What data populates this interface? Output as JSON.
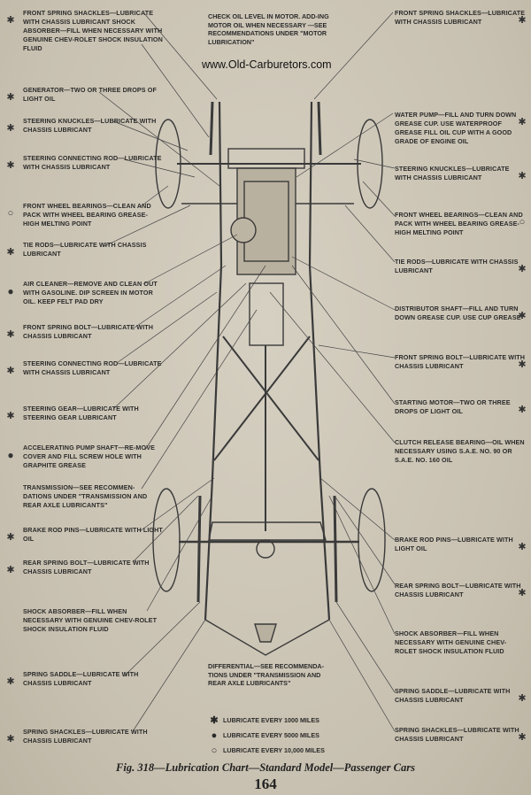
{
  "site_watermark": "www.Old-Carburetors.com",
  "top_note": "CHECK OIL LEVEL IN MOTOR. ADD-ING MOTOR OIL WHEN NECESSARY —SEE RECOMMENDATIONS UNDER \"MOTOR LUBRICATION\"",
  "differential_note": "DIFFERENTIAL—SEE RECOMMENDA-TIONS UNDER \"TRANSMISSION AND REAR AXLE LUBRICANTS\"",
  "left_labels": [
    {
      "text": "FRONT SPRING SHACKLES—LUBRICATE WITH CHASSIS LUBRICANT SHOCK ABSORBER—FILL WHEN NECESSARY WITH GENUINE CHEV-ROLET SHOCK INSULATION FLUID",
      "symbol": "1000"
    },
    {
      "text": "GENERATOR—TWO OR THREE DROPS OF LIGHT OIL",
      "symbol": "1000"
    },
    {
      "text": "STEERING KNUCKLES—LUBRICATE WITH CHASSIS LUBRICANT",
      "symbol": "1000"
    },
    {
      "text": "STEERING CONNECTING ROD—LUBRICATE WITH CHASSIS LUBRICANT",
      "symbol": "1000"
    },
    {
      "text": "FRONT WHEEL BEARINGS—CLEAN AND PACK WITH WHEEL BEARING GREASE-HIGH MELTING POINT",
      "symbol": "10000"
    },
    {
      "text": "TIE RODS—LUBRICATE WITH CHASSIS LUBRICANT",
      "symbol": "1000"
    },
    {
      "text": "AIR CLEANER—REMOVE AND CLEAN OUT WITH GASOLINE. DIP SCREEN IN MOTOR OIL. KEEP FELT PAD DRY",
      "symbol": "5000"
    },
    {
      "text": "FRONT SPRING BOLT—LUBRICATE WITH CHASSIS LUBRICANT",
      "symbol": "1000"
    },
    {
      "text": "STEERING CONNECTING ROD—LUBRICATE WITH CHASSIS LUBRICANT",
      "symbol": "1000"
    },
    {
      "text": "STEERING GEAR—LUBRICATE WITH STEERING GEAR LUBRICANT",
      "symbol": "1000"
    },
    {
      "text": "ACCELERATING PUMP SHAFT—RE-MOVE COVER AND FILL SCREW HOLE WITH GRAPHITE GREASE",
      "symbol": "5000"
    },
    {
      "text": "TRANSMISSION—SEE RECOMMEN-DATIONS UNDER \"TRANSMISSION AND REAR AXLE LUBRICANTS\"",
      "symbol": ""
    },
    {
      "text": "BRAKE ROD PINS—LUBRICATE WITH LIGHT OIL",
      "symbol": "1000"
    },
    {
      "text": "REAR SPRING BOLT—LUBRICATE WITH CHASSIS LUBRICANT",
      "symbol": "1000"
    },
    {
      "text": "SHOCK ABSORBER—FILL WHEN NECESSARY WITH GENUINE CHEV-ROLET SHOCK INSULATION FLUID",
      "symbol": ""
    },
    {
      "text": "SPRING SADDLE—LUBRICATE WITH CHASSIS LUBRICANT",
      "symbol": "1000"
    },
    {
      "text": "SPRING SHACKLES—LUBRICATE WITH CHASSIS LUBRICANT",
      "symbol": "1000"
    }
  ],
  "right_labels": [
    {
      "text": "FRONT SPRING SHACKLES—LUBRICATE WITH CHASSIS LUBRICANT",
      "symbol": "1000"
    },
    {
      "text": "WATER PUMP—FILL AND TURN DOWN GREASE CUP. USE WATERPROOF GREASE FILL OIL CUP WITH A GOOD GRADE OF ENGINE OIL",
      "symbol": "1000"
    },
    {
      "text": "STEERING KNUCKLES—LUBRICATE WITH CHASSIS LUBRICANT",
      "symbol": "1000"
    },
    {
      "text": "FRONT WHEEL BEARINGS—CLEAN AND PACK WITH WHEEL BEARING GREASE-HIGH MELTING POINT",
      "symbol": "10000"
    },
    {
      "text": "TIE RODS—LUBRICATE WITH CHASSIS LUBRICANT",
      "symbol": "1000"
    },
    {
      "text": "DISTRIBUTOR SHAFT—FILL AND TURN DOWN GREASE CUP. USE CUP GREASE",
      "symbol": "1000"
    },
    {
      "text": "FRONT SPRING BOLT—LUBRICATE WITH CHASSIS LUBRICANT",
      "symbol": "1000"
    },
    {
      "text": "STARTING MOTOR—TWO OR THREE DROPS OF LIGHT OIL",
      "symbol": "1000"
    },
    {
      "text": "CLUTCH RELEASE BEARING—OIL WHEN NECESSARY USING S.A.E. NO. 90 OR S.A.E. NO. 160 OIL",
      "symbol": ""
    },
    {
      "text": "BRAKE ROD PINS—LUBRICATE WITH LIGHT OIL",
      "symbol": "1000"
    },
    {
      "text": "REAR SPRING BOLT—LUBRICATE WITH CHASSIS LUBRICANT",
      "symbol": "1000"
    },
    {
      "text": "SHOCK ABSORBER—FILL WHEN NECESSARY WITH GENUINE CHEV-ROLET SHOCK INSULATION FLUID",
      "symbol": ""
    },
    {
      "text": "SPRING SADDLE—LUBRICATE WITH CHASSIS LUBRICANT",
      "symbol": "1000"
    },
    {
      "text": "SPRING SHACKLES—LUBRICATE WITH CHASSIS LUBRICANT",
      "symbol": "1000"
    }
  ],
  "legend": [
    {
      "symbol": "1000",
      "label": "LUBRICATE EVERY 1000 MILES"
    },
    {
      "symbol": "5000",
      "label": "LUBRICATE EVERY 5000 MILES"
    },
    {
      "symbol": "10000",
      "label": "LUBRICATE EVERY 10,000 MILES"
    }
  ],
  "symbols": {
    "1000": "✱",
    "5000": "●",
    "10000": "○"
  },
  "caption": "Fig. 318—Lubrication Chart—Standard Model—Passenger Cars",
  "page_number": "164",
  "colors": {
    "paper": "#cfc8b8",
    "ink": "#2a2a2a"
  }
}
